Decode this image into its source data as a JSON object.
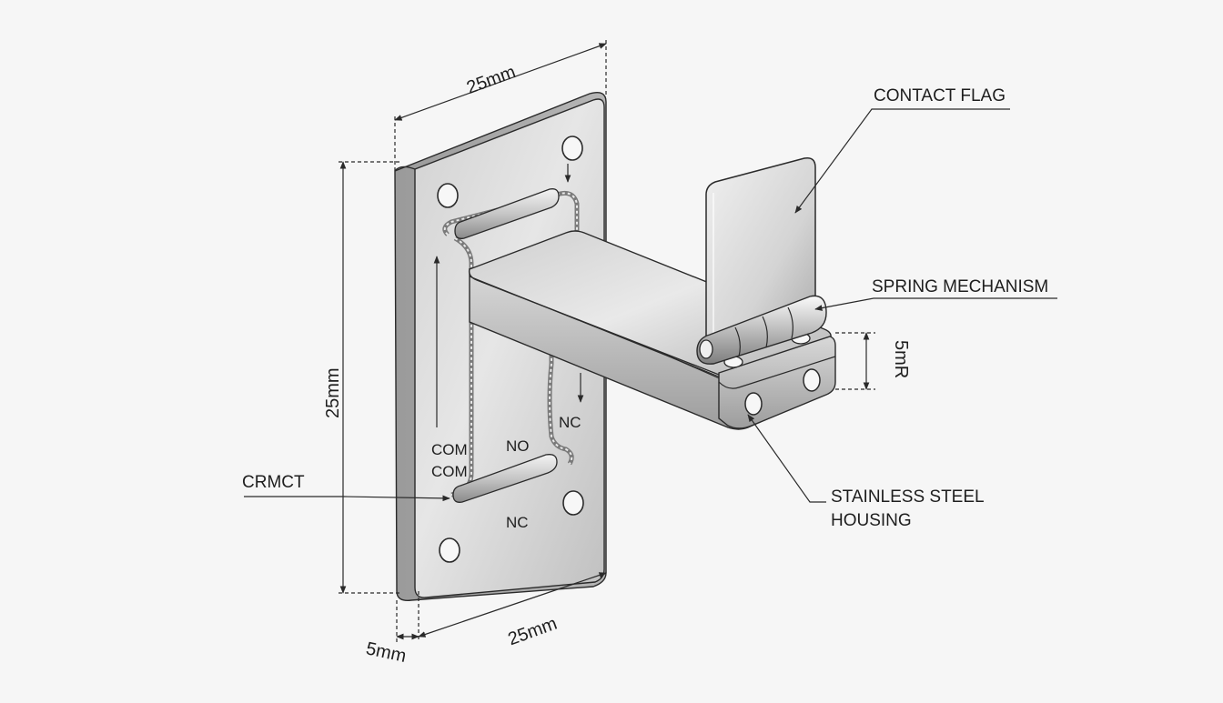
{
  "callouts": {
    "contact_flag": "CONTACT FLAG",
    "spring_mechanism": "SPRING MECHANISM",
    "housing_line1": "STAINLESS STEEL",
    "housing_line2": "HOUSING",
    "crmct": "CRMCT"
  },
  "dimensions": {
    "top_width": "25mm",
    "left_height": "25mm",
    "bottom_width": "25mm",
    "thickness": "5mm",
    "radius": "5mR"
  },
  "terminals": {
    "com_1": "COM",
    "com_2": "COM",
    "no": "NO",
    "nc_upper": "NC",
    "nc_lower": "NC"
  },
  "colors": {
    "metal_light": "#e4e4e4",
    "metal_mid": "#bdbdbd",
    "metal_dark": "#8e8e8e",
    "line": "#2a2a2a",
    "background": "#f6f6f6"
  }
}
